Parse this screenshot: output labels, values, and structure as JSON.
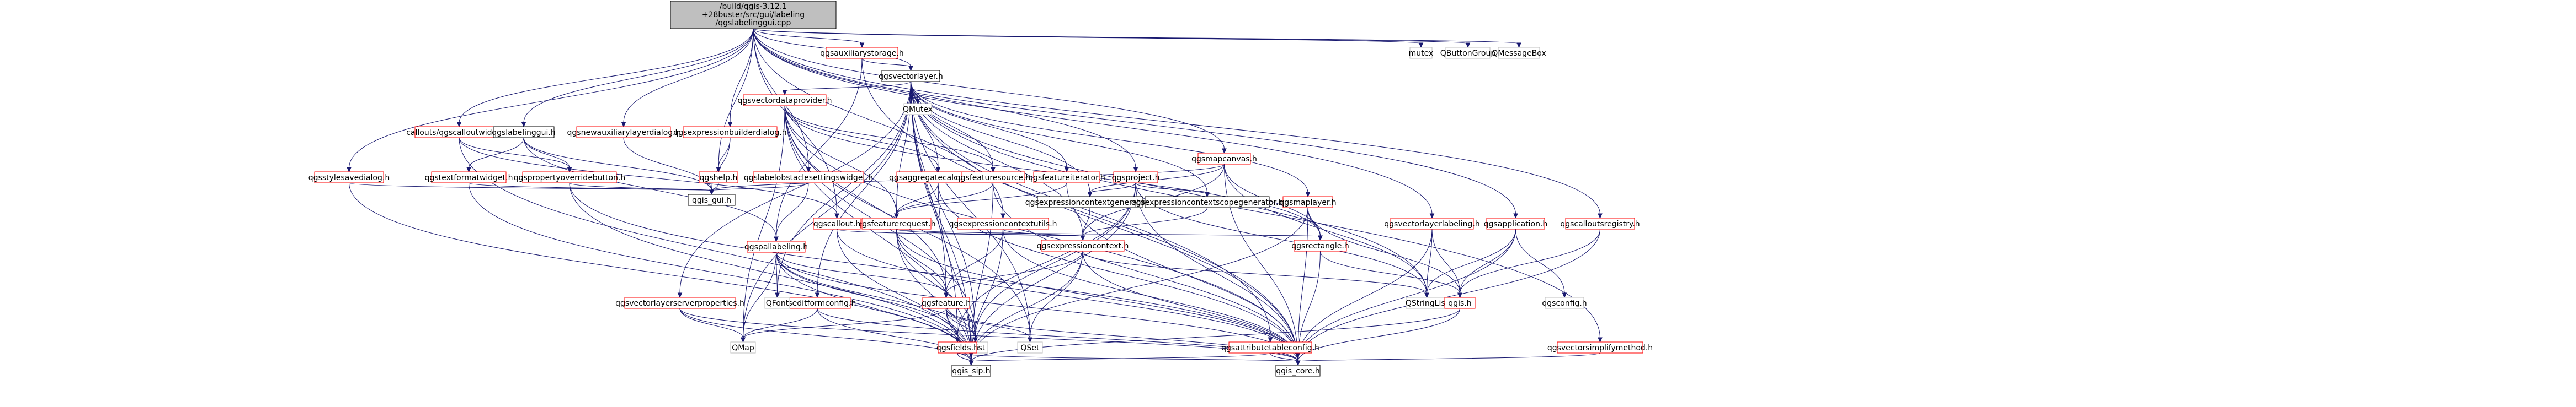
{
  "colors": {
    "edge": "#191970",
    "root_fill": "#bfbfbf",
    "link_border": "#ff0000",
    "doc_border": "#000000",
    "external_border": "#bfbfbf"
  },
  "nodes": [
    {
      "id": "root",
      "label": "/build/qgis-3.12.1+28buster/src/gui/labeling/qgslabelinggui.cpp",
      "style": "root"
    },
    {
      "id": "qgsauxiliarystorage",
      "label": "qgsauxiliarystorage.h",
      "style": "red"
    },
    {
      "id": "mutex",
      "label": "mutex",
      "style": "grey"
    },
    {
      "id": "QButtonGroup",
      "label": "QButtonGroup",
      "style": "grey"
    },
    {
      "id": "QMessageBox",
      "label": "QMessageBox",
      "style": "grey"
    },
    {
      "id": "qgsvectorlayer",
      "label": "qgsvectorlayer.h",
      "style": "black"
    },
    {
      "id": "callouts_widget",
      "label": "callouts/qgscalloutwidget.h",
      "style": "red"
    },
    {
      "id": "qgslabelinggui",
      "label": "qgslabelinggui.h",
      "style": "black"
    },
    {
      "id": "qgsnewauxiliarylayerdialog",
      "label": "qgsnewauxiliarylayerdialog.h",
      "style": "red"
    },
    {
      "id": "qgsexpressionbuilderdialog",
      "label": "qgsexpressionbuilderdialog.h",
      "style": "red"
    },
    {
      "id": "qgsstylesavedialog",
      "label": "qgsstylesavedialog.h",
      "style": "red"
    },
    {
      "id": "qgstextformatwidget",
      "label": "qgstextformatwidget.h",
      "style": "red"
    },
    {
      "id": "qgspropertyoverridebutton",
      "label": "qgspropertyoverridebutton.h",
      "style": "red"
    },
    {
      "id": "qgshelp",
      "label": "qgshelp.h",
      "style": "red"
    },
    {
      "id": "qgslabelobstaclesettingswidget",
      "label": "qgslabelobstaclesettingswidget.h",
      "style": "red"
    },
    {
      "id": "qgs_gui",
      "label": "qgis_gui.h",
      "style": "black"
    },
    {
      "id": "qgsvectordataprovider",
      "label": "qgsvectordataprovider.h",
      "style": "red"
    },
    {
      "id": "QMutex",
      "label": "QMutex",
      "style": "grey"
    },
    {
      "id": "qgsaggregatecalculator",
      "label": "qgsaggregatecalculator.h",
      "style": "red"
    },
    {
      "id": "qgsfeatureiterator",
      "label": "qgsfeatureiterator.h",
      "style": "red"
    },
    {
      "id": "qgsproject",
      "label": "qgsproject.h",
      "style": "red"
    },
    {
      "id": "qgsmapcanvas",
      "label": "qgsmapcanvas.h",
      "style": "red"
    },
    {
      "id": "qgsfeaturesource",
      "label": "qgsfeaturesource.h",
      "style": "red"
    },
    {
      "id": "qgsexpressioncontextutils",
      "label": "qgsexpressioncontextutils.h",
      "style": "red"
    },
    {
      "id": "qgsexpressioncontextgenerator",
      "label": "qgsexpressioncontextgenerator.h",
      "style": "black"
    },
    {
      "id": "qgsexpressioncontextscopegenerator",
      "label": "qgsexpressioncontextscopegenerator.h",
      "style": "black"
    },
    {
      "id": "qgsmaplayer",
      "label": "qgsmaplayer.h",
      "style": "red"
    },
    {
      "id": "qgsvectorlayerlabeling",
      "label": "qgsvectorlayerlabeling.h",
      "style": "red"
    },
    {
      "id": "qgsapplication",
      "label": "qgsapplication.h",
      "style": "red"
    },
    {
      "id": "qgscalloutsregistry",
      "label": "qgscalloutsregistry.h",
      "style": "red"
    },
    {
      "id": "qgsfeaturerequest",
      "label": "qgsfeaturerequest.h",
      "style": "red"
    },
    {
      "id": "qgscallout",
      "label": "qgscallout.h",
      "style": "red"
    },
    {
      "id": "qgsexpressioncontext",
      "label": "qgsexpressioncontext.h",
      "style": "red"
    },
    {
      "id": "qgspallabeling",
      "label": "qgspallabeling.h",
      "style": "red"
    },
    {
      "id": "qgsrectangle",
      "label": "qgsrectangle.h",
      "style": "red"
    },
    {
      "id": "qgsvectorlayerserverproperties",
      "label": "qgsvectorlayerserverproperties.h",
      "style": "red"
    },
    {
      "id": "qgseditformconfig",
      "label": "qgseditformconfig.h",
      "style": "red"
    },
    {
      "id": "QFont",
      "label": "QFont",
      "style": "grey"
    },
    {
      "id": "qgsfeature",
      "label": "qgsfeature.h",
      "style": "red"
    },
    {
      "id": "QStringList",
      "label": "QStringList",
      "style": "grey"
    },
    {
      "id": "qgis",
      "label": "qgis.h",
      "style": "red"
    },
    {
      "id": "qgsconfig",
      "label": "qgsconfig.h",
      "style": "grey"
    },
    {
      "id": "QMap",
      "label": "QMap",
      "style": "grey"
    },
    {
      "id": "QList",
      "label": "QList",
      "style": "grey"
    },
    {
      "id": "QSet",
      "label": "QSet",
      "style": "grey"
    },
    {
      "id": "qgsfields",
      "label": "qgsfields.h",
      "style": "red"
    },
    {
      "id": "qgsattributetableconfig",
      "label": "qgsattributetableconfig.h",
      "style": "red"
    },
    {
      "id": "qgsvectorsimplifymethod",
      "label": "qgsvectorsimplifymethod.h",
      "style": "red"
    },
    {
      "id": "qgis_sip",
      "label": "qgis_sip.h",
      "style": "black"
    },
    {
      "id": "qgis_core",
      "label": "qgis_core.h",
      "style": "black"
    }
  ]
}
